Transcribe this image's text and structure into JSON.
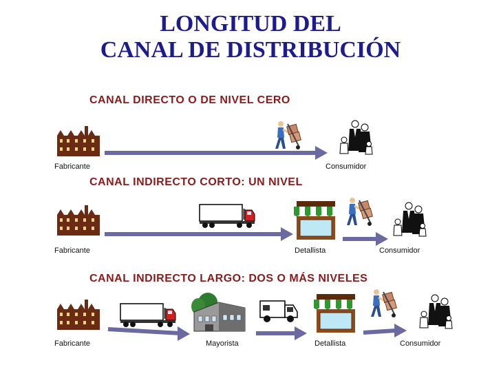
{
  "title": {
    "line1": "LONGITUD DEL",
    "line2": "CANAL DE DISTRIBUCIÓN"
  },
  "sections": [
    {
      "heading": "CANAL DIRECTO O DE NIVEL CERO",
      "nodes": [
        "Fabricante",
        "Consumidor"
      ]
    },
    {
      "heading": "CANAL INDIRECTO CORTO: UN NIVEL",
      "nodes": [
        "Fabricante",
        "Detallista",
        "Consumidor"
      ]
    },
    {
      "heading": "CANAL INDIRECTO LARGO: DOS O MÁS NIVELES",
      "nodes": [
        "Fabricante",
        "Mayorista",
        "Detallista",
        "Consumidor"
      ]
    }
  ],
  "colors": {
    "title": "#1c1c8c",
    "heading": "#8b1a1a",
    "arrow": "#6a6aa0",
    "factory": "#6b2a12",
    "awning_green": "#2e9a2e",
    "store_frame": "#8b4a1a"
  },
  "icons": [
    "factory-icon",
    "delivery-person-icon",
    "consumers-icon",
    "truck-icon",
    "store-icon",
    "warehouse-icon",
    "van-icon"
  ]
}
